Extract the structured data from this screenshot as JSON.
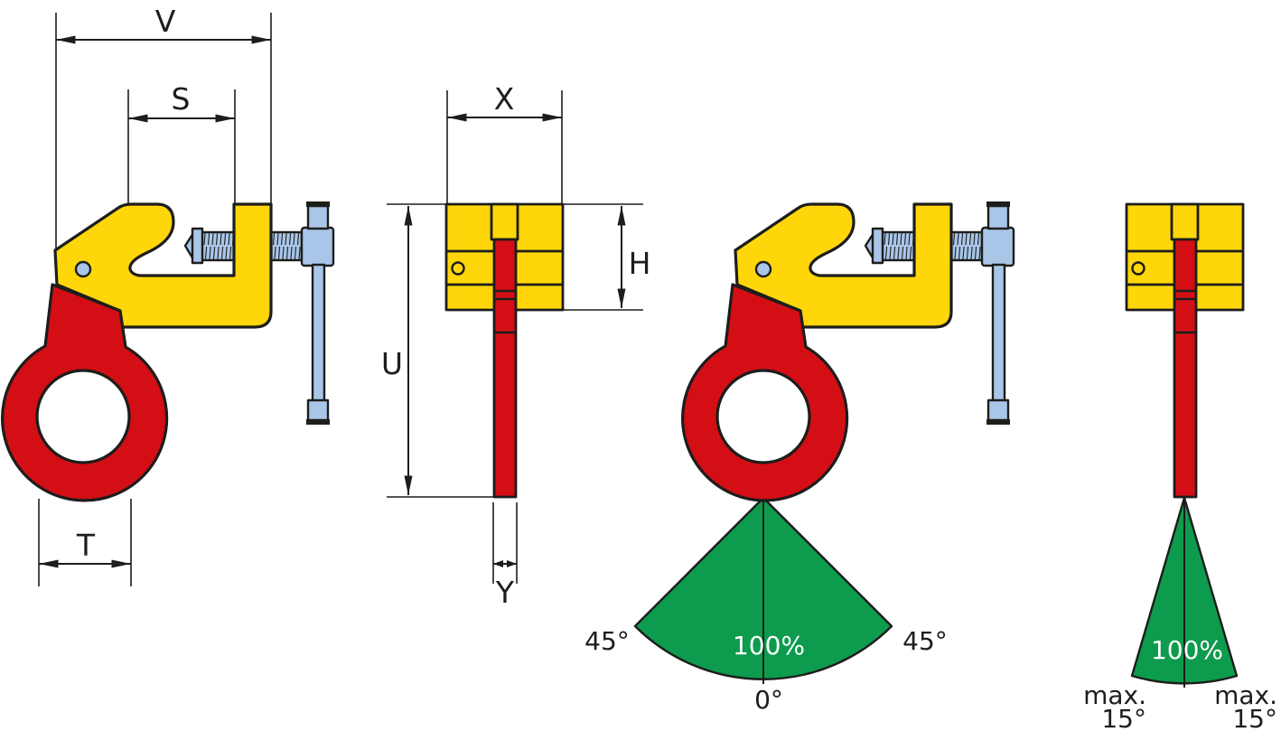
{
  "figure1": {
    "dim_v": "V",
    "dim_s": "S",
    "dim_t": "T"
  },
  "figure2": {
    "dim_x": "X",
    "dim_h": "H",
    "dim_u": "U",
    "dim_y": "Y"
  },
  "figure3": {
    "angle_left": "45°",
    "angle_right": "45°",
    "capacity": "100%",
    "angle_bottom": "0°"
  },
  "figure4": {
    "capacity": "100%",
    "max_left_line1": "max.",
    "max_left_line2": "15°",
    "max_right_line1": "max.",
    "max_right_line2": "15°"
  },
  "colors": {
    "body_yellow": "#FFD60A",
    "link_red": "#D40E15",
    "screw_blue": "#A9C6E9",
    "fan_green": "#0D9B4D",
    "outline": "#1D1D1B"
  }
}
